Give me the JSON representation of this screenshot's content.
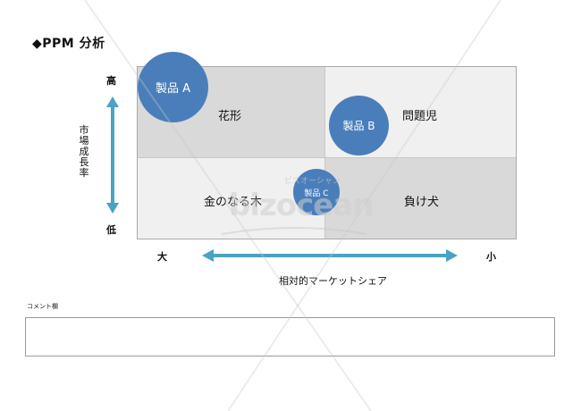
{
  "title": "◆PPM 分析",
  "matrix": {
    "quadrants": {
      "star": "花形",
      "problem_child": "問題児",
      "cash_cow": "金のなる木",
      "dog": "負け犬"
    },
    "colors": {
      "dark": "#d9d9d9",
      "light": "#f0f0f0",
      "bubble": "#4a7ebb",
      "arrow": "#4aa3c4"
    }
  },
  "products": [
    {
      "label": "製品 A"
    },
    {
      "label": "製品 B"
    },
    {
      "label": "製品 C"
    }
  ],
  "y_axis": {
    "high": "高",
    "low": "低",
    "title": "市場成長率"
  },
  "x_axis": {
    "left": "大",
    "right": "小",
    "title": "相対的マーケットシェア"
  },
  "comment": {
    "label": "コメント欄",
    "value": ""
  },
  "watermark": {
    "text": "bizocean",
    "sub": "ビズオーシャン"
  }
}
